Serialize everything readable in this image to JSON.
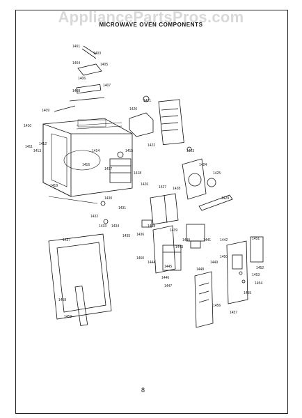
{
  "watermark": "AppliancePartsPros.com",
  "title": "MICROWAVE OVEN COMPONENTS",
  "page_number": "8",
  "part_labels": [
    "1401",
    "1403",
    "1404",
    "1405",
    "1406",
    "1407",
    "1408",
    "1409",
    "1410",
    "1411",
    "1412",
    "1413",
    "1414",
    "1415",
    "1416",
    "1417",
    "1418",
    "1419",
    "1420",
    "1421",
    "1422",
    "1423",
    "1424",
    "1425",
    "1426",
    "1427",
    "1428",
    "1429",
    "1430",
    "1431",
    "1432",
    "1433",
    "1434",
    "1435",
    "1436",
    "1437",
    "1438",
    "1439",
    "1440",
    "1441",
    "1442",
    "1443",
    "1444",
    "1445",
    "1446",
    "1447",
    "1448",
    "1449",
    "1450",
    "1451",
    "1452",
    "1453",
    "1454",
    "1455",
    "1456",
    "1457",
    "1458",
    "1459",
    "1460"
  ]
}
